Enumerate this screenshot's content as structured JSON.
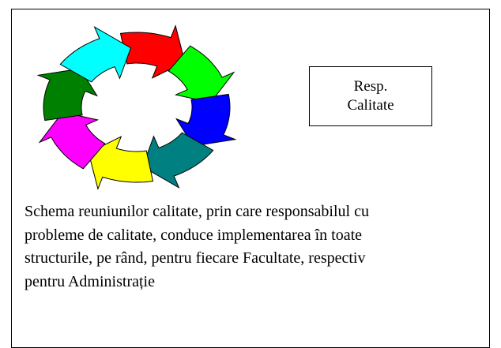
{
  "diagram": {
    "cycle_arrows": [
      {
        "name": "red-arrow",
        "color": "#ff0000"
      },
      {
        "name": "green-arrow",
        "color": "#00ff00"
      },
      {
        "name": "blue-arrow",
        "color": "#0000ff"
      },
      {
        "name": "teal-arrow",
        "color": "#008080"
      },
      {
        "name": "yellow-arrow",
        "color": "#ffff00"
      },
      {
        "name": "magenta-arrow",
        "color": "#ff00ff"
      },
      {
        "name": "dark-green-arrow",
        "color": "#008000"
      },
      {
        "name": "cyan-arrow",
        "color": "#00ffff"
      }
    ],
    "role_box": {
      "line1": "Resp.",
      "line2": "Calitate"
    },
    "caption_lines": [
      "Schema reuniunilor calitate, prin care responsabilul cu",
      "probleme de calitate, conduce implementarea în toate",
      "structurile, pe rând, pentru fiecare Facultate, respectiv",
      "pentru Administrație"
    ]
  }
}
